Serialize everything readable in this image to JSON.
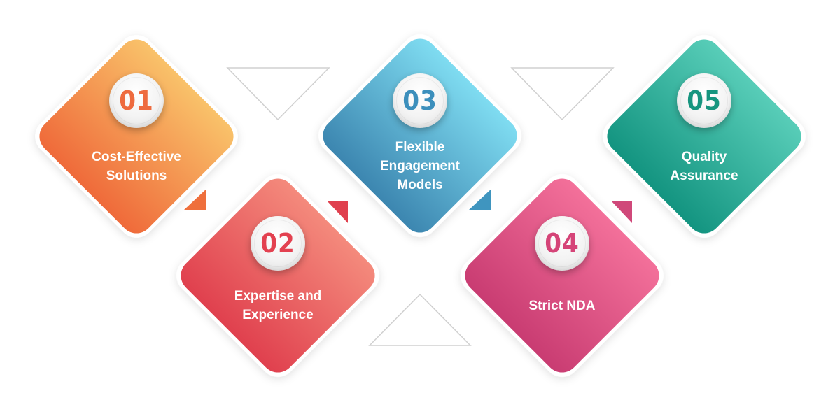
{
  "items": [
    {
      "number": "01",
      "label": "Cost-Effective\nSolutions",
      "color_top": "#f9c26a",
      "color_bottom": "#ef6a3a",
      "number_color": "#ee6b3f"
    },
    {
      "number": "02",
      "label": "Expertise and\nExperience",
      "color_top": "#f48a7c",
      "color_bottom": "#e0404e",
      "number_color": "#e34150"
    },
    {
      "number": "03",
      "label": "Flexible\nEngagement\nModels",
      "color_top": "#7fdcf1",
      "color_bottom": "#3c86b0",
      "number_color": "#3c8fbc"
    },
    {
      "number": "04",
      "label": "Strict NDA",
      "color_top": "#f3709a",
      "color_bottom": "#c93c72",
      "number_color": "#d54478"
    },
    {
      "number": "05",
      "label": "Quality\nAssurance",
      "color_top": "#58cdb8",
      "color_bottom": "#139480",
      "number_color": "#17957f"
    }
  ]
}
